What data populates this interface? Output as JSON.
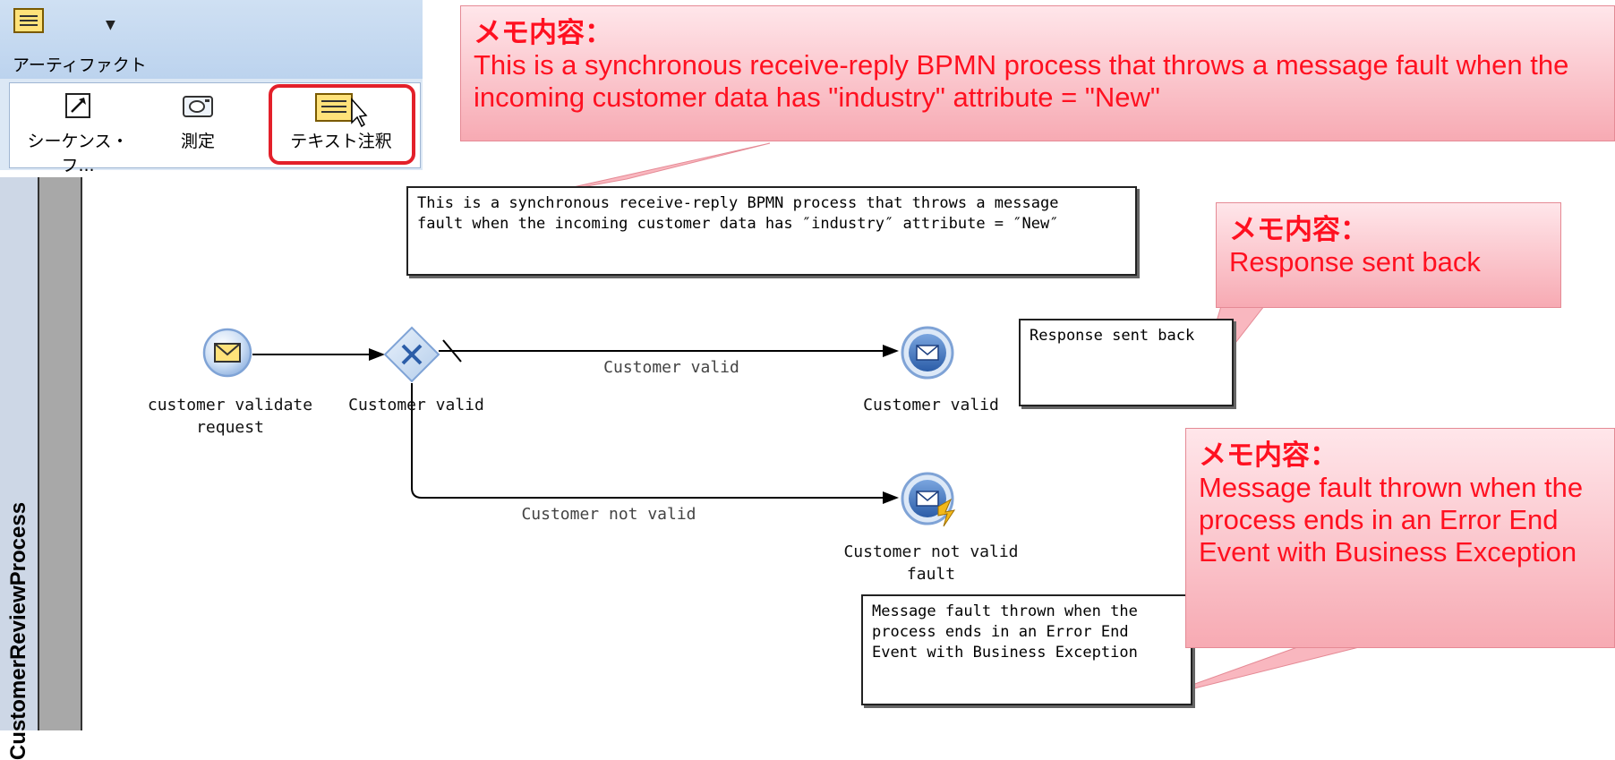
{
  "palette": {
    "category_label": "アーティファクト",
    "tools": [
      {
        "label": "シーケンス・フ..."
      },
      {
        "label": "測定"
      },
      {
        "label": "テキスト注釈"
      }
    ]
  },
  "lane": {
    "title": "CustomerReviewProcess"
  },
  "annotations": {
    "top": "This is a synchronous receive-reply BPMN process that throws a message\nfault when the incoming customer data has ″industry″ attribute = ″New″",
    "response": "Response sent back",
    "fault": "Message fault thrown when the\nprocess ends in an Error End\nEvent with Business Exception"
  },
  "nodes": {
    "start_label": "customer validate\nrequest",
    "gateway_label": "Customer valid",
    "end_valid_label": "Customer valid",
    "end_fault_label": "Customer not valid\nfault"
  },
  "flows": {
    "valid_label": "Customer valid",
    "not_valid_label": "Customer not valid"
  },
  "callouts": {
    "title": "メモ内容",
    "top_text": "This is a synchronous receive-reply BPMN process that throws a message fault when the incoming customer data has \"industry\" attribute = \"New\"",
    "response_text": "Response sent back",
    "fault_text": "Message fault thrown when the process ends in an Error End Event with Business Exception"
  },
  "colors": {
    "callout_text": "#ff1020",
    "selection_ring": "#e3202a",
    "event_blue": "#2b5da8"
  }
}
